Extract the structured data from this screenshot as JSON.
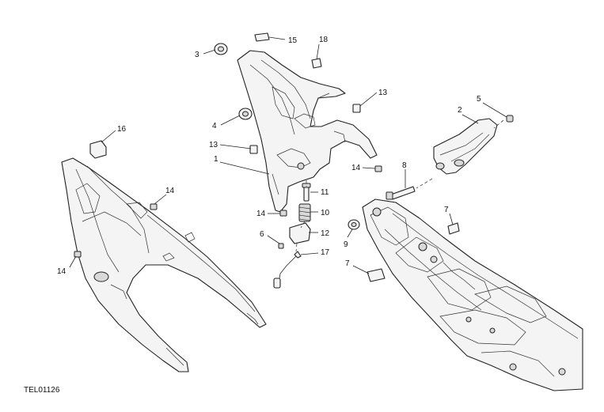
{
  "drawing": {
    "code": "TEL01126",
    "callouts": [
      {
        "id": "c1",
        "text": "1"
      },
      {
        "id": "c2",
        "text": "2"
      },
      {
        "id": "c3",
        "text": "3"
      },
      {
        "id": "c4",
        "text": "4"
      },
      {
        "id": "c5",
        "text": "5"
      },
      {
        "id": "c6",
        "text": "6"
      },
      {
        "id": "c7a",
        "text": "7"
      },
      {
        "id": "c7b",
        "text": "7"
      },
      {
        "id": "c8",
        "text": "8"
      },
      {
        "id": "c9",
        "text": "9"
      },
      {
        "id": "c10",
        "text": "10"
      },
      {
        "id": "c11",
        "text": "11"
      },
      {
        "id": "c12",
        "text": "12"
      },
      {
        "id": "c13a",
        "text": "13"
      },
      {
        "id": "c13b",
        "text": "13"
      },
      {
        "id": "c14a",
        "text": "14"
      },
      {
        "id": "c14b",
        "text": "14"
      },
      {
        "id": "c14c",
        "text": "14"
      },
      {
        "id": "c14d",
        "text": "14"
      },
      {
        "id": "c15",
        "text": "15"
      },
      {
        "id": "c16",
        "text": "16"
      },
      {
        "id": "c17",
        "text": "17"
      },
      {
        "id": "c18",
        "text": "18"
      }
    ]
  }
}
